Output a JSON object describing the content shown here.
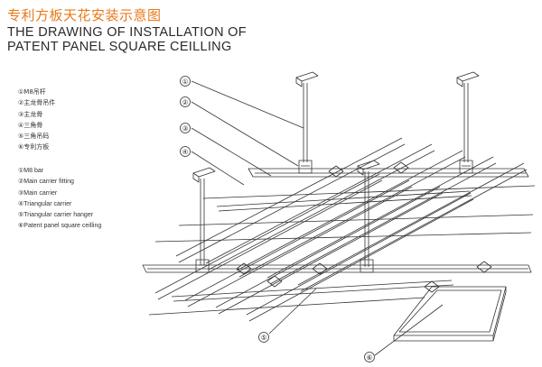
{
  "title_cn": "专利方板天花安装示意图",
  "title_en_lines": [
    "THE DRAWING OF INSTALLATION OF",
    "PATENT PANEL SQUARE CEILLING"
  ],
  "legend_cn": [
    "①M8吊杆",
    "②主龙骨吊件",
    "③主龙骨",
    "④三角骨",
    "⑤三角吊码",
    "⑥专利方板"
  ],
  "legend_en": [
    "①M8 bar",
    "②Main carrier fitting",
    "③Main carrier",
    "④Triangular carrier",
    "⑤Triangular carrier hanger",
    "⑥Patent panel square ceilling"
  ],
  "callouts": [
    "①",
    "②",
    "③",
    "④",
    "⑤",
    "⑥"
  ],
  "colors": {
    "title_cn": "#e8791a",
    "line": "#333333"
  }
}
